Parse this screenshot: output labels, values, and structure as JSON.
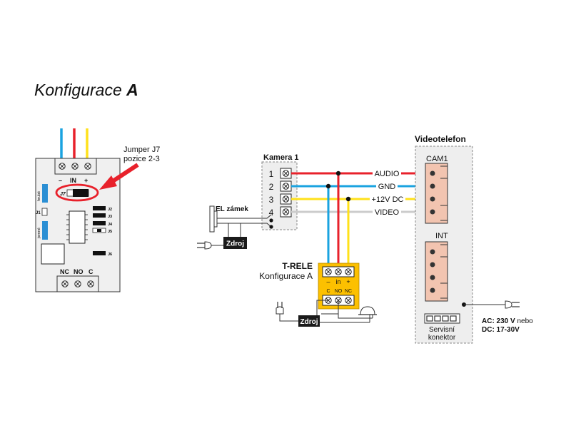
{
  "title": {
    "main": "Konfigurace",
    "letter": "A"
  },
  "relay_board": {
    "in_label": "IN",
    "minus": "–",
    "plus": "+",
    "label_hrube": "hrubé",
    "label_jemne": "jemné",
    "j1": "J1",
    "j2": "J2",
    "j3": "J3",
    "j4": "J4",
    "j5": "J5",
    "j6": "J6",
    "j7": "J7",
    "nc": "NC",
    "no": "NO",
    "c": "C"
  },
  "jumper_note": {
    "line1": "Jumper J7",
    "line2": "pozice 2-3"
  },
  "camera": {
    "title": "Kamera 1",
    "terminals": [
      "1",
      "2",
      "3",
      "4"
    ]
  },
  "signals": {
    "audio": "AUDIO",
    "gnd": "GND",
    "dc12": "+12V DC",
    "video": "VIDEO"
  },
  "lock": {
    "label": "EL zámek",
    "supply": "Zdroj"
  },
  "trele": {
    "title": "T-RELE",
    "subtitle": "Konfigurace A",
    "minus": "–",
    "in": "in",
    "plus": "+",
    "c": "C",
    "no": "NO",
    "nc": "NC",
    "supply": "Zdroj"
  },
  "videotelefon": {
    "title": "Videotelefon",
    "cam1": "CAM1",
    "int": "INT",
    "service_line1": "Servisní",
    "service_line2": "konektor"
  },
  "power": {
    "ac": "AC: 230 V",
    "ac_suffix": "nebo",
    "dc": "DC: 17-30V"
  },
  "colors": {
    "audio": "#e8212b",
    "gnd": "#1aa3e0",
    "dc12": "#ffe11a",
    "video": "#cccccc",
    "trele_fill": "#fcc000",
    "connector_fill": "#f2c4b0",
    "panel_fill": "#eeeeee",
    "board_fill": "#f0f0f0",
    "jumper_blue": "#2b8fd4"
  }
}
